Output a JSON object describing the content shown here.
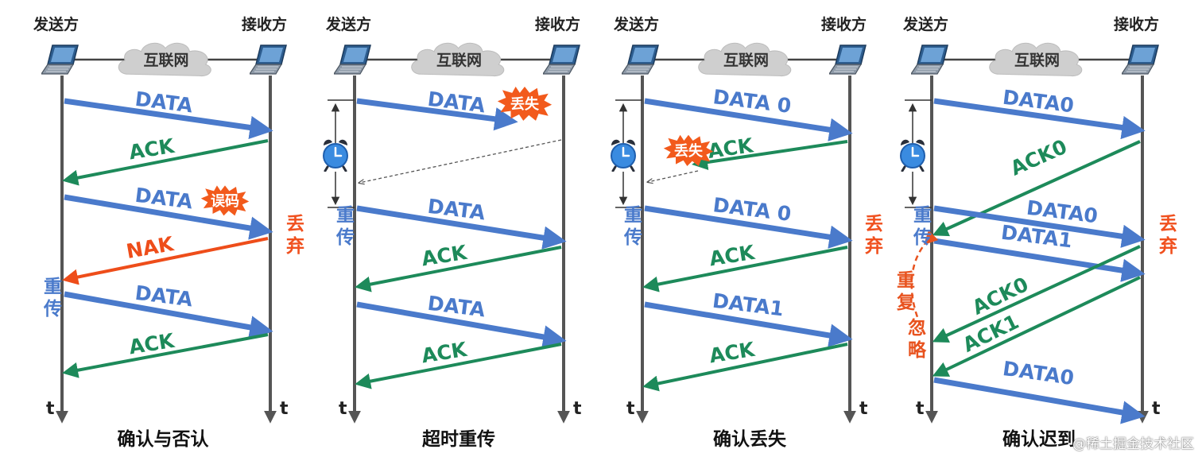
{
  "colors": {
    "data": "#4a7acb",
    "ack": "#1d8a5a",
    "nak": "#ee4d1a",
    "discard": "#f0501e",
    "dup": "#e8531f",
    "timer": "#3a8be0",
    "timeline": "#555555",
    "burst": "#f25a1c"
  },
  "icons": {
    "host": "laptop-icon",
    "network": "cloud-icon",
    "timer": "alarm-clock-icon",
    "event": "burst-icon"
  },
  "panels": [
    {
      "sender": "发送方",
      "receiver": "接收方",
      "network": "互联网",
      "time_label": "t",
      "caption": "确认与否认",
      "messages": [
        {
          "label": "DATA",
          "kind": "data"
        },
        {
          "label": "ACK",
          "kind": "ack"
        },
        {
          "label": "DATA",
          "kind": "data",
          "burst": "误码"
        },
        {
          "label": "NAK",
          "kind": "nak"
        },
        {
          "label": "DATA",
          "kind": "data"
        },
        {
          "label": "ACK",
          "kind": "ack"
        }
      ],
      "sender_notes": [
        "重传"
      ],
      "receiver_notes": [
        "丢弃"
      ]
    },
    {
      "sender": "发送方",
      "receiver": "接收方",
      "network": "互联网",
      "time_label": "t",
      "caption": "超时重传",
      "messages": [
        {
          "label": "DATA",
          "kind": "data",
          "burst": "丢失"
        },
        {
          "label": "DATA",
          "kind": "data"
        },
        {
          "label": "ACK",
          "kind": "ack"
        },
        {
          "label": "DATA",
          "kind": "data"
        },
        {
          "label": "ACK",
          "kind": "ack"
        }
      ],
      "sender_notes": [
        "重传"
      ],
      "receiver_notes": []
    },
    {
      "sender": "发送方",
      "receiver": "接收方",
      "network": "互联网",
      "time_label": "t",
      "caption": "确认丢失",
      "messages": [
        {
          "label": "DATA 0",
          "kind": "data"
        },
        {
          "label": "ACK",
          "kind": "ack",
          "burst": "丢失"
        },
        {
          "label": "DATA 0",
          "kind": "data"
        },
        {
          "label": "ACK",
          "kind": "ack"
        },
        {
          "label": "DATA1",
          "kind": "data"
        },
        {
          "label": "ACK",
          "kind": "ack"
        }
      ],
      "sender_notes": [
        "重传"
      ],
      "receiver_notes": [
        "丢弃"
      ]
    },
    {
      "sender": "发送方",
      "receiver": "接收方",
      "network": "互联网",
      "time_label": "t",
      "caption": "确认迟到",
      "messages": [
        {
          "label": "DATA0",
          "kind": "data"
        },
        {
          "label": "ACK0",
          "kind": "ack"
        },
        {
          "label": "DATA0",
          "kind": "data"
        },
        {
          "label": "DATA1",
          "kind": "data"
        },
        {
          "label": "ACK0",
          "kind": "ack"
        },
        {
          "label": "ACK1",
          "kind": "ack"
        },
        {
          "label": "DATA0",
          "kind": "data"
        }
      ],
      "sender_notes": [
        "重传",
        "重复",
        "忽略"
      ],
      "receiver_notes": [
        "丢弃"
      ]
    }
  ],
  "watermark": "@稀土掘金技术社区"
}
